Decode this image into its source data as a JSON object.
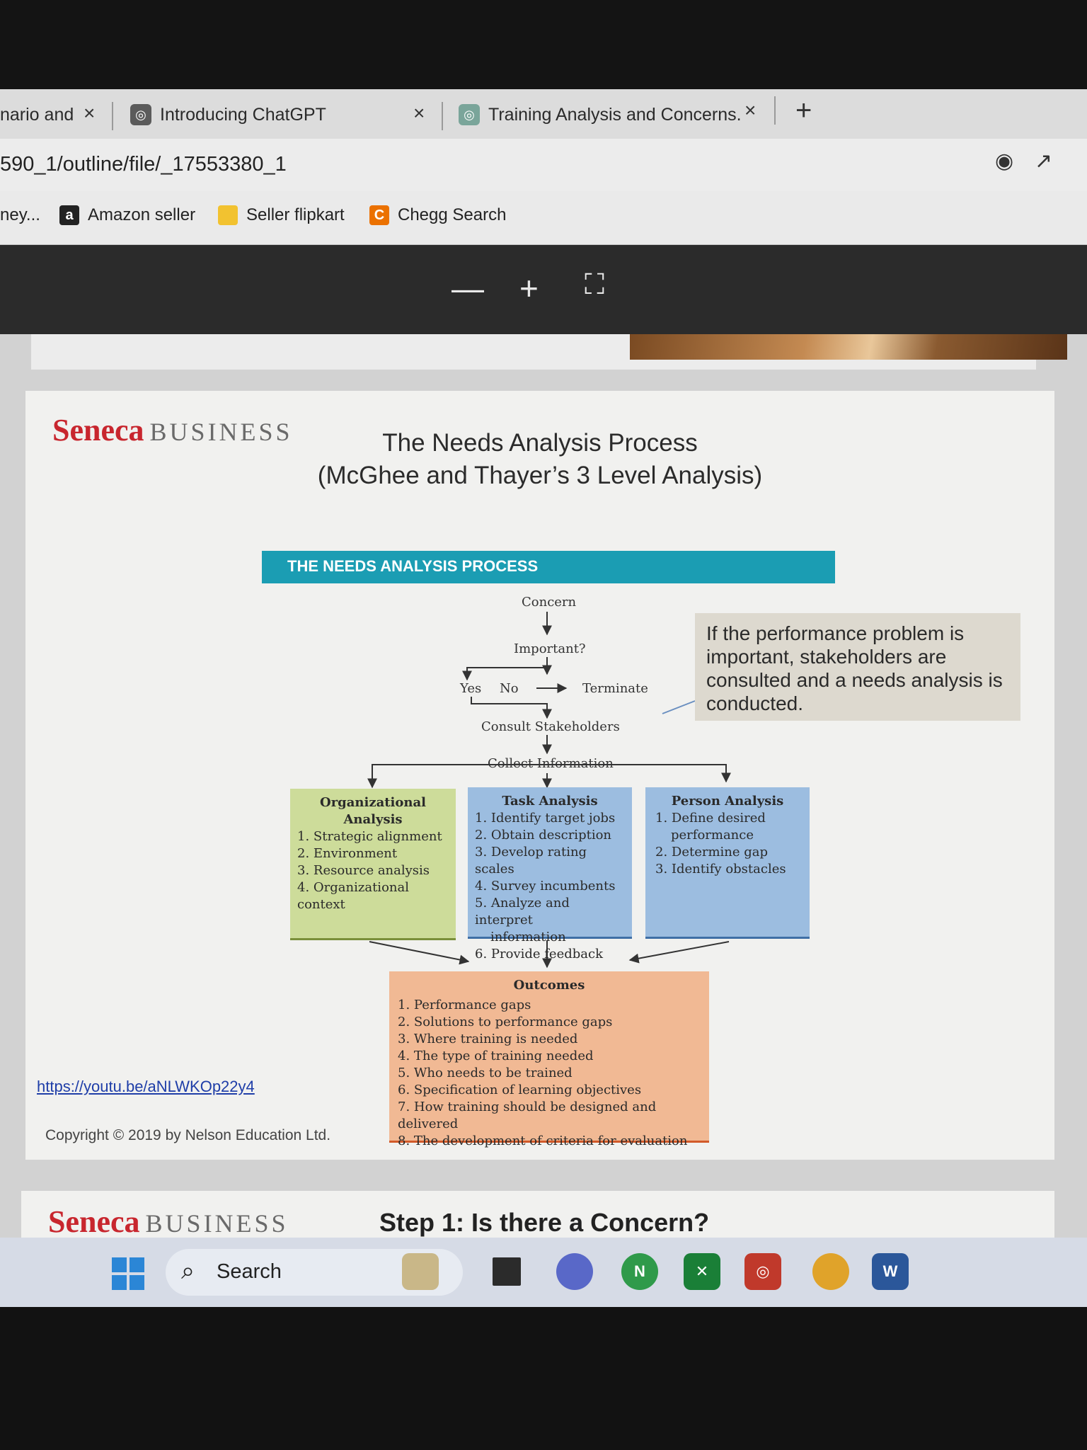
{
  "tabs": [
    {
      "label": "nario and"
    },
    {
      "label": "Introducing ChatGPT"
    },
    {
      "label": "Training Analysis and Concerns."
    }
  ],
  "tab_close_glyph": "×",
  "new_tab_glyph": "+",
  "address": {
    "url": "590_1/outline/file/_17553380_1"
  },
  "bookmarks": [
    {
      "label": "ney..."
    },
    {
      "label": "Amazon seller",
      "icon_text": "a"
    },
    {
      "label": "Seller flipkart"
    },
    {
      "label": "Chegg Search",
      "icon_text": "C"
    }
  ],
  "viewer": {
    "zoom_out": "—",
    "zoom_in": "+",
    "fit": "⛶"
  },
  "slide": {
    "logo_seneca": "Seneca",
    "logo_business": "BUSINESS",
    "title_line1": "The Needs Analysis Process",
    "title_line2": "(McGhee and Thayer’s 3 Level Analysis)",
    "banner": "THE NEEDS ANALYSIS PROCESS",
    "flow": {
      "concern": "Concern",
      "important": "Important?",
      "yes": "Yes",
      "no": "No",
      "terminate": "Terminate",
      "consult": "Consult Stakeholders",
      "collect": "Collect Information"
    },
    "callout": "If the performance problem is important, stakeholders are consulted and a needs analysis is conducted.",
    "org": {
      "title1": "Organizational",
      "title2": "Analysis",
      "items": [
        "1. Strategic alignment",
        "2. Environment",
        "3. Resource analysis",
        "4. Organizational context"
      ]
    },
    "task": {
      "title": "Task Analysis",
      "items": [
        "1. Identify target jobs",
        "2. Obtain description",
        "3. Develop rating scales",
        "4. Survey incumbents",
        "5. Analyze and interpret",
        "information",
        "6. Provide feedback"
      ]
    },
    "person": {
      "title": "Person Analysis",
      "items": [
        "1. Define desired",
        "performance",
        "2. Determine gap",
        "3. Identify obstacles"
      ]
    },
    "outcomes": {
      "title": "Outcomes",
      "items": [
        "1. Performance gaps",
        "2. Solutions to performance gaps",
        "3. Where training is needed",
        "4. The type of training needed",
        "5. Who needs to be trained",
        "6. Specification of learning objectives",
        "7. How training should be designed and delivered",
        "8. The development of criteria for evaluation"
      ]
    },
    "link": "https://youtu.be/aNLWKOp22y4",
    "copyright": "Copyright © 2019 by Nelson Education Ltd."
  },
  "slide2": {
    "logo_seneca": "Seneca",
    "logo_business": "BUSINESS",
    "step": "Step 1: Is there a Concern?"
  },
  "taskbar": {
    "search_label": "Search",
    "word_label": "W",
    "notif_label": "N"
  }
}
